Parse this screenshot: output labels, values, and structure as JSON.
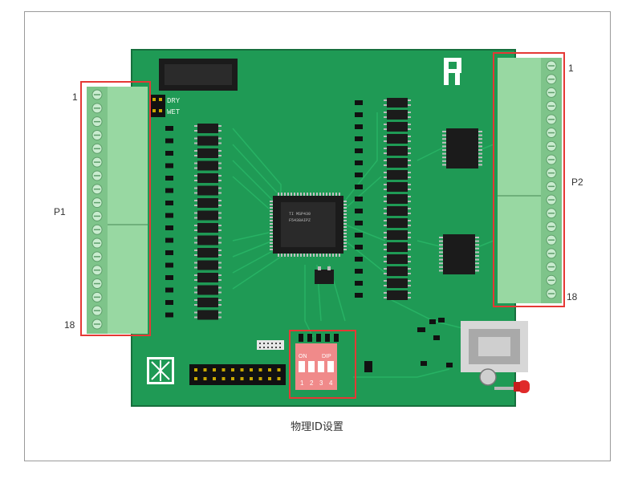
{
  "labels": {
    "p1": "P1",
    "p1_top": "1",
    "p1_bottom": "18",
    "p2": "P2",
    "p2_top": "1",
    "p2_bottom": "18"
  },
  "board": {
    "silkscreen_dry": "DRY",
    "silkscreen_wet": "WET",
    "dip_on": "ON",
    "dip_label": "DIP",
    "dip_numbers": [
      "1",
      "2",
      "3",
      "4"
    ]
  },
  "caption": "物理ID设置",
  "colors": {
    "pcb": "#1f9a55",
    "pcb_trace": "#27b065",
    "terminal": "#8fd19a",
    "highlight": "#e53935",
    "dip_switch": "#f08a8a",
    "chip": "#1d1d1d"
  },
  "icons": [
    "terminal-block-icon",
    "mcu-chip-icon",
    "usb-b-port-icon",
    "led-icon",
    "dip-switch-icon",
    "logo-icon"
  ]
}
